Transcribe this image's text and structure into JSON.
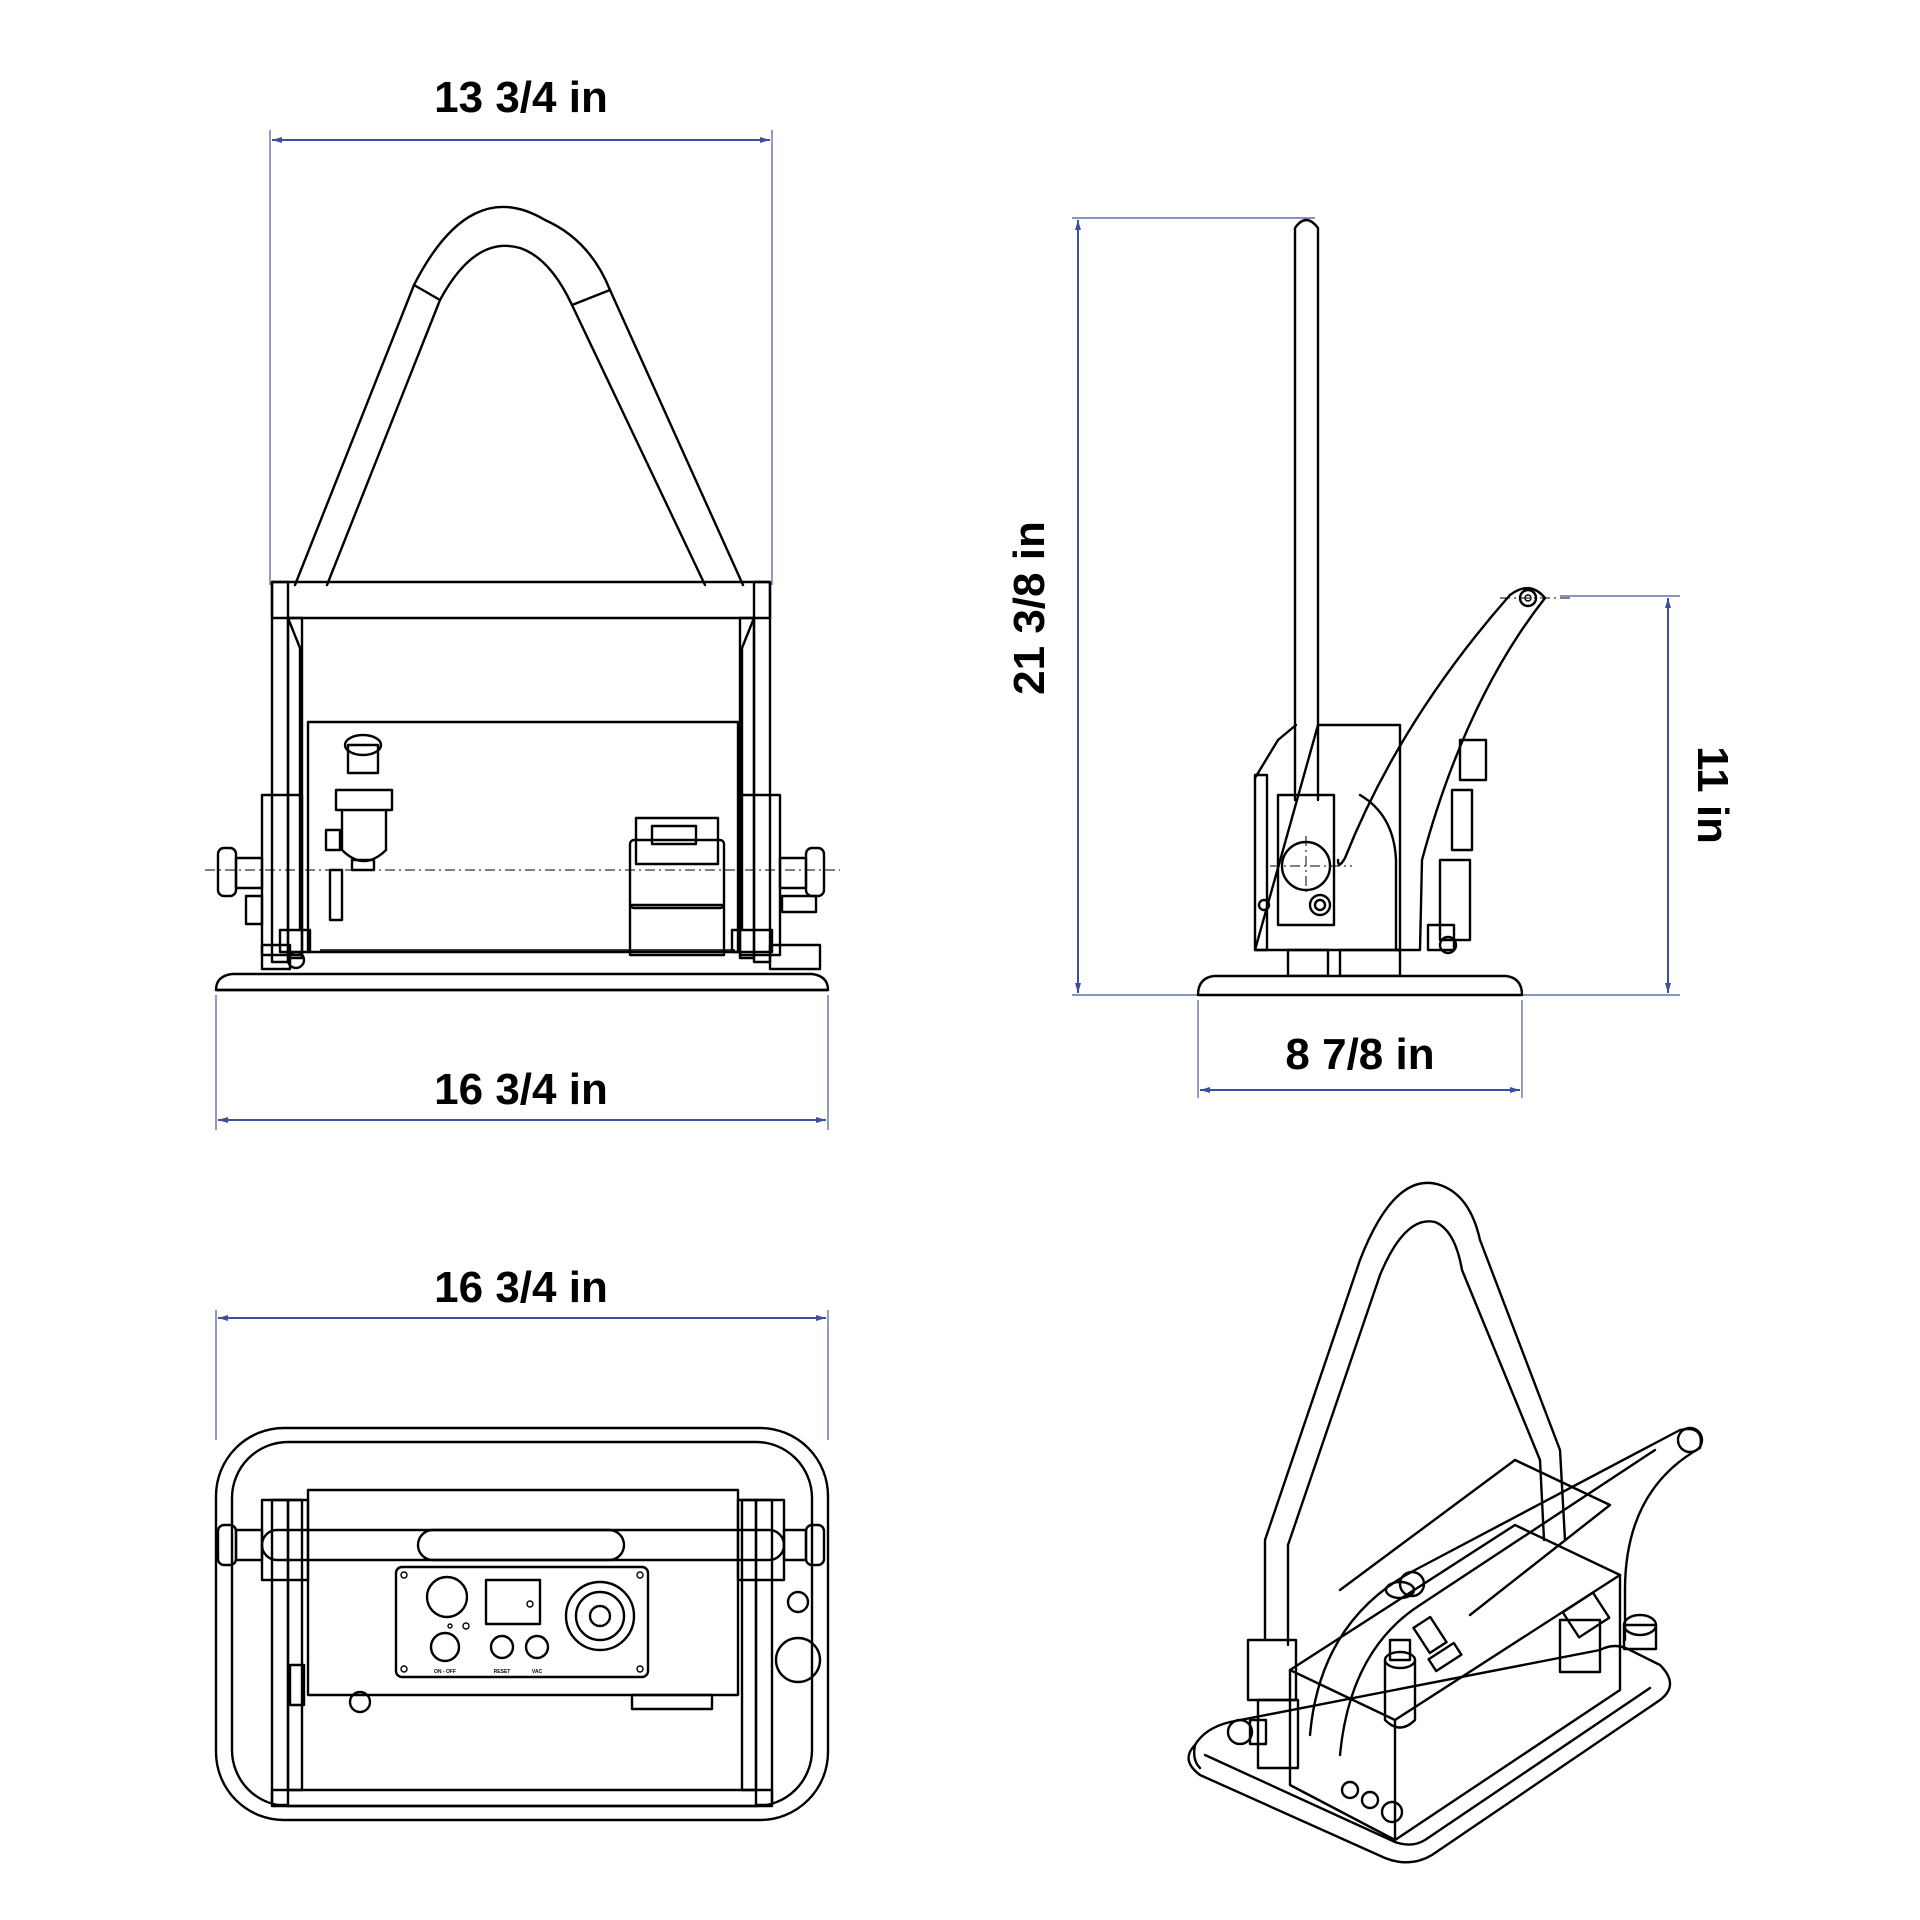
{
  "dimensions": {
    "front_top_width": "13 3/4 in",
    "front_base_width": "16 3/4 in",
    "side_total_height": "21 3/8 in",
    "side_body_height": "11 in",
    "side_depth": "8 7/8 in",
    "top_width": "16 3/4 in"
  },
  "panel_labels": {
    "switch": "ON - OFF",
    "button_1": "RESET",
    "button_2": "VAC"
  },
  "colors": {
    "dimension_line": "#3a4fa0",
    "outline": "#000000",
    "background": "#ffffff"
  },
  "icons": {
    "battery": "battery-pack-icon",
    "filter": "inline-filter-icon",
    "gauge": "vacuum-gauge-icon"
  }
}
